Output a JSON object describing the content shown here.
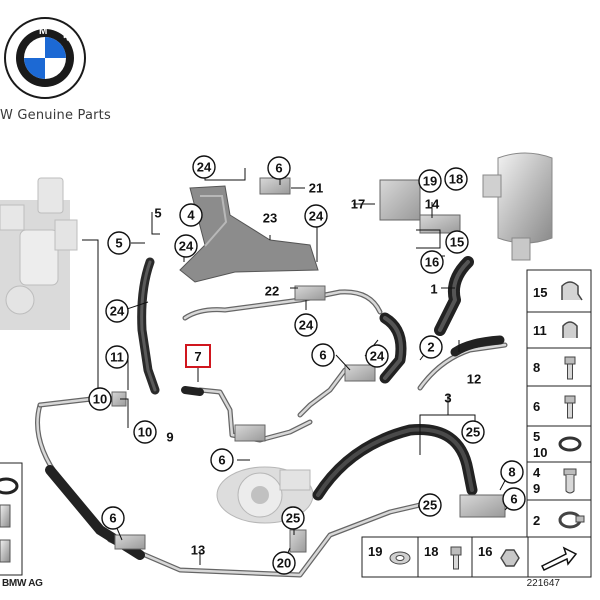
{
  "brand": {
    "logo_letters": [
      "B",
      "M",
      "W"
    ],
    "tagline": "W Genuine Parts",
    "colors": {
      "blue": "#1c69d4",
      "ring": "#1a1a1a"
    }
  },
  "footer": {
    "copyright": "BMW AG",
    "diagram_number": "221647"
  },
  "highlight_color": "#d0161e",
  "callouts_circled": [
    {
      "id": "c24a",
      "label": "24"
    },
    {
      "id": "c6a",
      "label": "6"
    },
    {
      "id": "c19a",
      "label": "19"
    },
    {
      "id": "c18a",
      "label": "18"
    },
    {
      "id": "c4a",
      "label": "4"
    },
    {
      "id": "c24b",
      "label": "24"
    },
    {
      "id": "c5a",
      "label": "5"
    },
    {
      "id": "c24c",
      "label": "24"
    },
    {
      "id": "c15a",
      "label": "15"
    },
    {
      "id": "c16a",
      "label": "16"
    },
    {
      "id": "c24d",
      "label": "24"
    },
    {
      "id": "c24e",
      "label": "24"
    },
    {
      "id": "c2a",
      "label": "2"
    },
    {
      "id": "c11a",
      "label": "11"
    },
    {
      "id": "c6b",
      "label": "6"
    },
    {
      "id": "c24f",
      "label": "24"
    },
    {
      "id": "c10a",
      "label": "10"
    },
    {
      "id": "c10b",
      "label": "10"
    },
    {
      "id": "c6c",
      "label": "6"
    },
    {
      "id": "c25a",
      "label": "25"
    },
    {
      "id": "c8a",
      "label": "8"
    },
    {
      "id": "c6d",
      "label": "6"
    },
    {
      "id": "c25b",
      "label": "25"
    },
    {
      "id": "c6e",
      "label": "6"
    },
    {
      "id": "c25c",
      "label": "25"
    },
    {
      "id": "c20a",
      "label": "20"
    }
  ],
  "callouts_plain": [
    {
      "id": "p21",
      "label": "21"
    },
    {
      "id": "p23",
      "label": "23"
    },
    {
      "id": "p17",
      "label": "17"
    },
    {
      "id": "p14",
      "label": "14"
    },
    {
      "id": "p5",
      "label": "5"
    },
    {
      "id": "p22",
      "label": "22"
    },
    {
      "id": "p1",
      "label": "1"
    },
    {
      "id": "p12",
      "label": "12"
    },
    {
      "id": "p9",
      "label": "9"
    },
    {
      "id": "p3",
      "label": "3"
    },
    {
      "id": "p13",
      "label": "13"
    }
  ],
  "highlighted_callout": {
    "label": "7"
  },
  "legend_right": [
    {
      "label": "15",
      "icon": "clamp-icon"
    },
    {
      "label": "11",
      "icon": "clip-icon"
    },
    {
      "label": "8",
      "icon": "bolt-icon"
    },
    {
      "label": "6",
      "icon": "hex-bolt-icon"
    },
    {
      "label": "5",
      "label2": "10",
      "icon": "seal-ring-icon"
    },
    {
      "label": "4",
      "label2": "9",
      "icon": "banjo-bolt-icon"
    },
    {
      "label": "2",
      "icon": "hose-clamp-icon"
    }
  ],
  "legend_bottom": [
    {
      "label": "19",
      "icon": "washer-icon"
    },
    {
      "label": "18",
      "icon": "socket-screw-icon"
    },
    {
      "label": "16",
      "icon": "nut-icon"
    },
    {
      "label": "",
      "icon": "direction-arrow-icon"
    }
  ]
}
